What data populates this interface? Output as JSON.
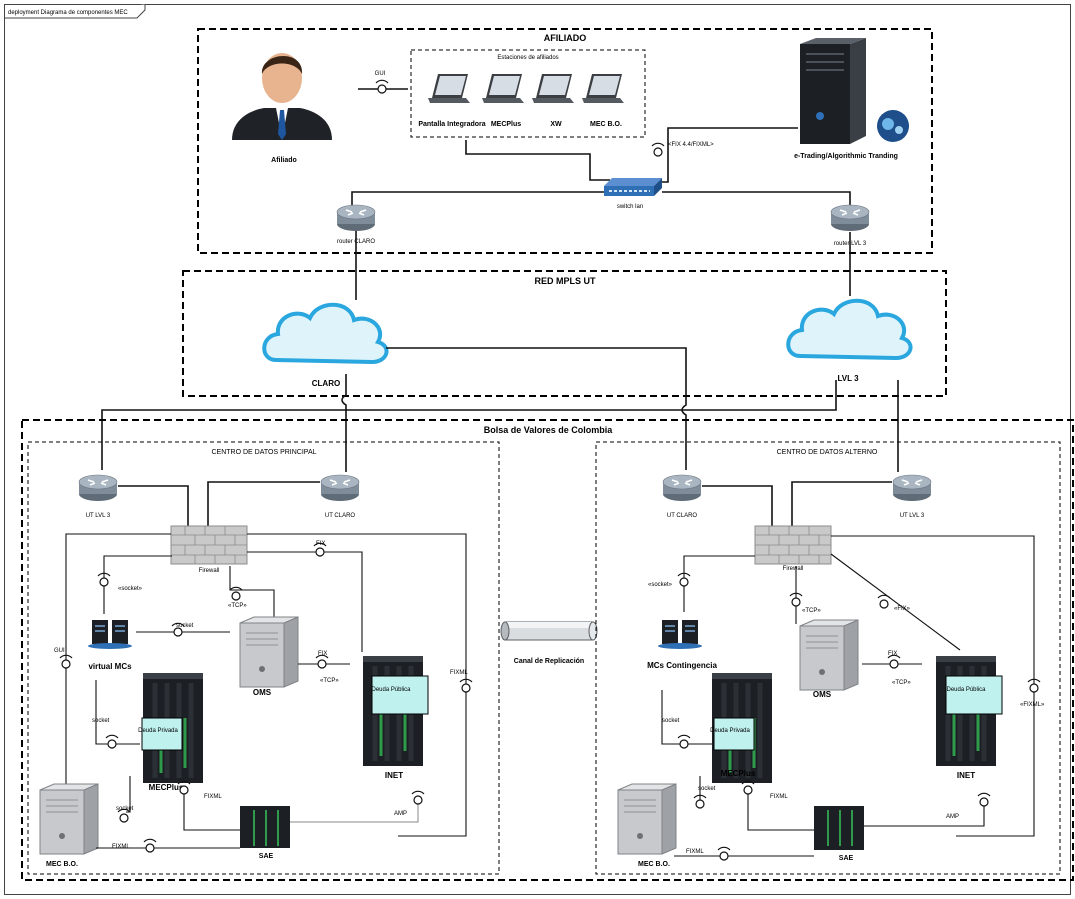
{
  "diagram": {
    "frame_title": "deployment Diagrama de componentes MEC",
    "afiliado": {
      "title": "AFILIADO",
      "person_label": "Afiliado",
      "gui_label": "GUI",
      "stations_title": "Estaciones de afiliados",
      "stations": [
        "Pantalla Integradora",
        "MECPlus",
        "XW",
        "MEC B.O."
      ],
      "fix_label": "<FIX 4.4/FIXML>",
      "etrading_label": "e-Trading/Algorithmic Tranding",
      "switch_label": "switch lan",
      "router_claro": "router CLARO",
      "router_lvl3": "router LVL 3"
    },
    "mpls": {
      "title": "RED MPLS UT",
      "cloud_claro": "CLARO",
      "cloud_lvl3": "LVL 3"
    },
    "bvc": {
      "title": "Bolsa de Valores de Colombia",
      "replication": "Canal de Replicación",
      "principal": {
        "title": "CENTRO DE DATOS PRINCIPAL",
        "ut_lvl3": "UT LVL 3",
        "ut_claro": "UT CLARO",
        "firewall": "Firewall",
        "socket_iface": "«socket»",
        "tcp_iface": "«TCP»",
        "fix_top": "FIX",
        "socket_mid": "socket",
        "virtual_mcs": "virtual MCs",
        "oms": "OMS",
        "fix_oms": "FIX",
        "tcp_oms": "«TCP»",
        "gui": "GUI",
        "fixml_right": "FIXML",
        "socket_mecplus": "socket",
        "deuda_privada": "Deuda Privada",
        "mecplus": "MECPlus",
        "deuda_publica": "Deuda Pública",
        "inet": "INET",
        "socket_bo": "socket",
        "fixml_sae": "FIXML",
        "amp": "AMP",
        "fixml_bo": "FIXML",
        "mec_bo": "MEC B.O.",
        "sae": "SAE"
      },
      "alterno": {
        "title": "CENTRO DE DATOS ALTERNO",
        "ut_claro": "UT CLARO",
        "ut_lvl3": "UT LVL 3",
        "firewall": "Firewall",
        "socket_iface": "«socket»",
        "tcp_iface": "«TCP»",
        "fix_iface": "«FIX»",
        "mcs": "MCs Contingencia",
        "oms": "OMS",
        "fix_oms": "FIX",
        "tcp_oms": "«TCP»",
        "fixml_right": "«FIXML»",
        "socket_mecplus": "socket",
        "deuda_privada": "Deuda Privada",
        "mecplus": "MECPlus",
        "deuda_publica": "Deuda Pública",
        "inet": "INET",
        "socket_bo": "socket",
        "fixml_sae": "FIXML",
        "amp": "AMP",
        "fixml_bo": "FIXML",
        "mec_bo": "MEC B.O.",
        "sae": "SAE"
      }
    }
  },
  "colors": {
    "router": "#7f8c99",
    "cloud_fill": "#dff3fb",
    "cloud_stroke": "#2aa7de",
    "component_box": "#bff1ef",
    "server_dark": "#1c1f23",
    "server_green": "#2e9c4a",
    "firewall": "#c9c9c9",
    "switch": "#2f6fb5"
  }
}
